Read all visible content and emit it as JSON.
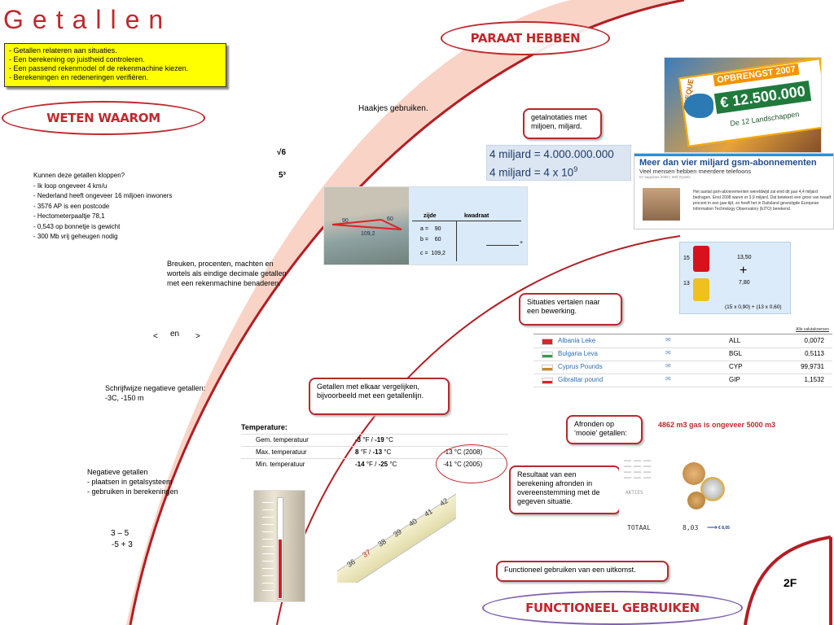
{
  "title": "Getallen",
  "goals": [
    "- Getallen relateren aan situaties.",
    "- Een berekening op juistheid controleren.",
    "- Een passend rekenmodel of de rekenmachine kiezen.",
    "- Berekeningen en redeneringen verifiëren."
  ],
  "ovals": {
    "paraat": "PARAAT HEBBEN",
    "weten": "WETEN WAAROM",
    "functioneel": "FUNCTIONEEL GEBRUIKEN"
  },
  "notes": {
    "haakjes": "Haakjes gebruiken.",
    "sqrt": "√6",
    "power": "5³",
    "kunnen_title": "Kunnen deze getallen kloppen?",
    "kunnen_items": [
      "- Ik loop ongeveer 4 km/u",
      "- Nederland heeft ongeveer 16 miljoen inwoners",
      "- 3576 AP is een postcode",
      "- Hectometerpaaltje 78,1",
      "- 0,543 op bonnetje is gewicht",
      "- 300 Mb vrij geheugen nodig"
    ],
    "breuken": [
      "Breuken, procenten, machten en",
      "wortels als eindige decimale getallen",
      "met een rekenmachine benaderen."
    ],
    "lt": "<",
    "en": "en",
    "gt": ">",
    "schrijf": [
      "Schrijfwijze negatieve getallen:",
      "-3C, -150 m"
    ],
    "negatief": [
      "Negatieve getallen",
      "- plaatsen  in getalsysteem",
      "- gebruiken in berekeningen"
    ],
    "calc1": "3 –  5",
    "calc2": "-5  + 3",
    "gas": "4862 m3 gas is ongeveer 5000 m3",
    "page": "2F"
  },
  "boxes": {
    "notaties": "getalnotaties met miljoen, miljard.",
    "situaties": "Situaties vertalen naar een bewerking.",
    "vergelijken": "Getallen met elkaar vergelijken, bijvoorbeeld met een getallenlijn.",
    "afronden": "Afronden op ‘mooie’ getallen:",
    "resultaat": "Resultaat van een berekening afronden in overeenstemming met de gegeven situatie.",
    "functioneel": "Functioneel gebruiken van een uitkomst."
  },
  "miljard": {
    "line1": "4 miljard = 4.000.000.000",
    "line2a": "4 miljard = 4 x 10",
    "line2b": "9"
  },
  "cheque": {
    "top": "OPBRENGST 2007",
    "amount": "€ 12.500.000",
    "sub": "De 12 Landschappen",
    "side": "CHEQUE"
  },
  "gsm": {
    "title": "Meer dan vier miljard gsm-abonnementen",
    "subtitle": "Veel mensen hebben meerdere telefoons",
    "date": "07 augustus 2009 | Stef Gysels",
    "body": "Het aantal gsm-abonnementen wereldwijd zal eind dit jaar 4,4 miljard bedragen. Eind 2008 waren er 3,9 miljard. Dat betekent een groei van twaalf procent in een jaar tijd, zo heeft het in Duitsland gevestigde European Information Technology Observatory (EITO) berekend."
  },
  "pyth": {
    "side_a": "90",
    "side_b": "60",
    "side_c": "109,2",
    "head_zijde": "zijde",
    "head_kwadraat": "kwadraat",
    "rows": [
      "a =    90",
      "b =    60",
      "c =  109,2"
    ],
    "plus": "+"
  },
  "cola": {
    "n1": "15",
    "p1": "13,50",
    "n2": "13",
    "p2": "7,80",
    "plus": "+",
    "formula": "(15 x 0,90) + (13 x 0,60)"
  },
  "currency": {
    "header": "Alle valutakoersen",
    "rows": [
      {
        "name": "Albania Leke",
        "code": "ALL",
        "value": "0,0072"
      },
      {
        "name": "Bulgaria Leva",
        "code": "BGL",
        "value": "0,5113"
      },
      {
        "name": "Cyprus Pounds",
        "code": "CYP",
        "value": "99,9731"
      },
      {
        "name": "Gibraltar pound",
        "code": "GIP",
        "value": "1,1532"
      }
    ]
  },
  "temp": {
    "title": "Temperature:",
    "rows": [
      {
        "label": "Gem. temperatuur",
        "a": "-3",
        "b": "-19",
        "rec": ""
      },
      {
        "label": "Max. temperatuur",
        "a": "8",
        "b": "-13",
        "rec": "-13 °C (2008)"
      },
      {
        "label": "Min. temperatuur",
        "a": "-14",
        "b": "-25",
        "rec": "-41 °C (2005)"
      }
    ],
    "unit_f": "°F / ",
    "unit_c": "°C"
  },
  "receipt": {
    "line1": "AKTIES",
    "total_label": "TOTAAL",
    "total_value": "8,03",
    "euro": "€ 8,05"
  },
  "thermo": {
    "labels": [
      "36",
      "37",
      "38",
      "39",
      "40",
      "41",
      "42"
    ]
  }
}
